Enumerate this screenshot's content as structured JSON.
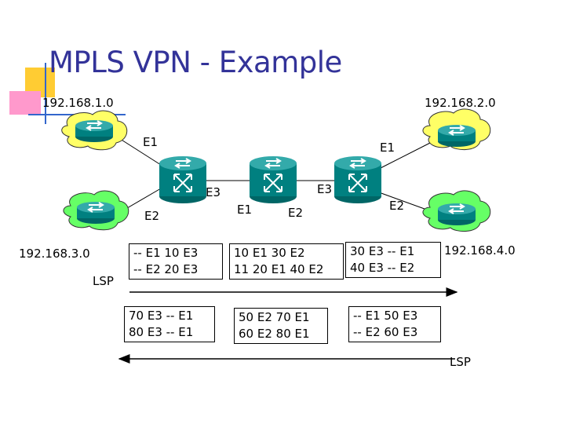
{
  "title": "MPLS VPN - Example",
  "colors": {
    "title": "#333399",
    "deco_yellow": "#ffcc33",
    "deco_pink": "#ff99cc",
    "deco_blue": "#3366cc",
    "cloud_yellow": "#ffff66",
    "cloud_green": "#66ff66",
    "router": "#008080"
  },
  "networks": {
    "net1": "192.168.1.0",
    "net2": "192.168.2.0",
    "net3": "192.168.3.0",
    "net4": "192.168.4.0"
  },
  "interfaces": {
    "r1_e1": "E1",
    "r1_e2": "E2",
    "r1_e3": "E3",
    "r2_e1": "E1",
    "r2_e2": "E2",
    "r3_e3": "E3",
    "r3_e1": "E1",
    "r3_e2": "E2"
  },
  "lsp_label": "LSP",
  "tables": {
    "t1": [
      "-- E1 10 E3",
      "-- E2 20 E3"
    ],
    "t2": [
      "10 E1 30 E2",
      "11 20 E1 40 E2"
    ],
    "t3": [
      "30 E3 -- E1",
      "40 E3 -- E2"
    ],
    "t4": [
      "70 E3 -- E1",
      "80 E3 -- E1"
    ],
    "t5": [
      "50 E2 70 E1",
      "60 E2 80 E1"
    ],
    "t6": [
      "-- E1 50 E3",
      "-- E2 60 E3"
    ]
  }
}
